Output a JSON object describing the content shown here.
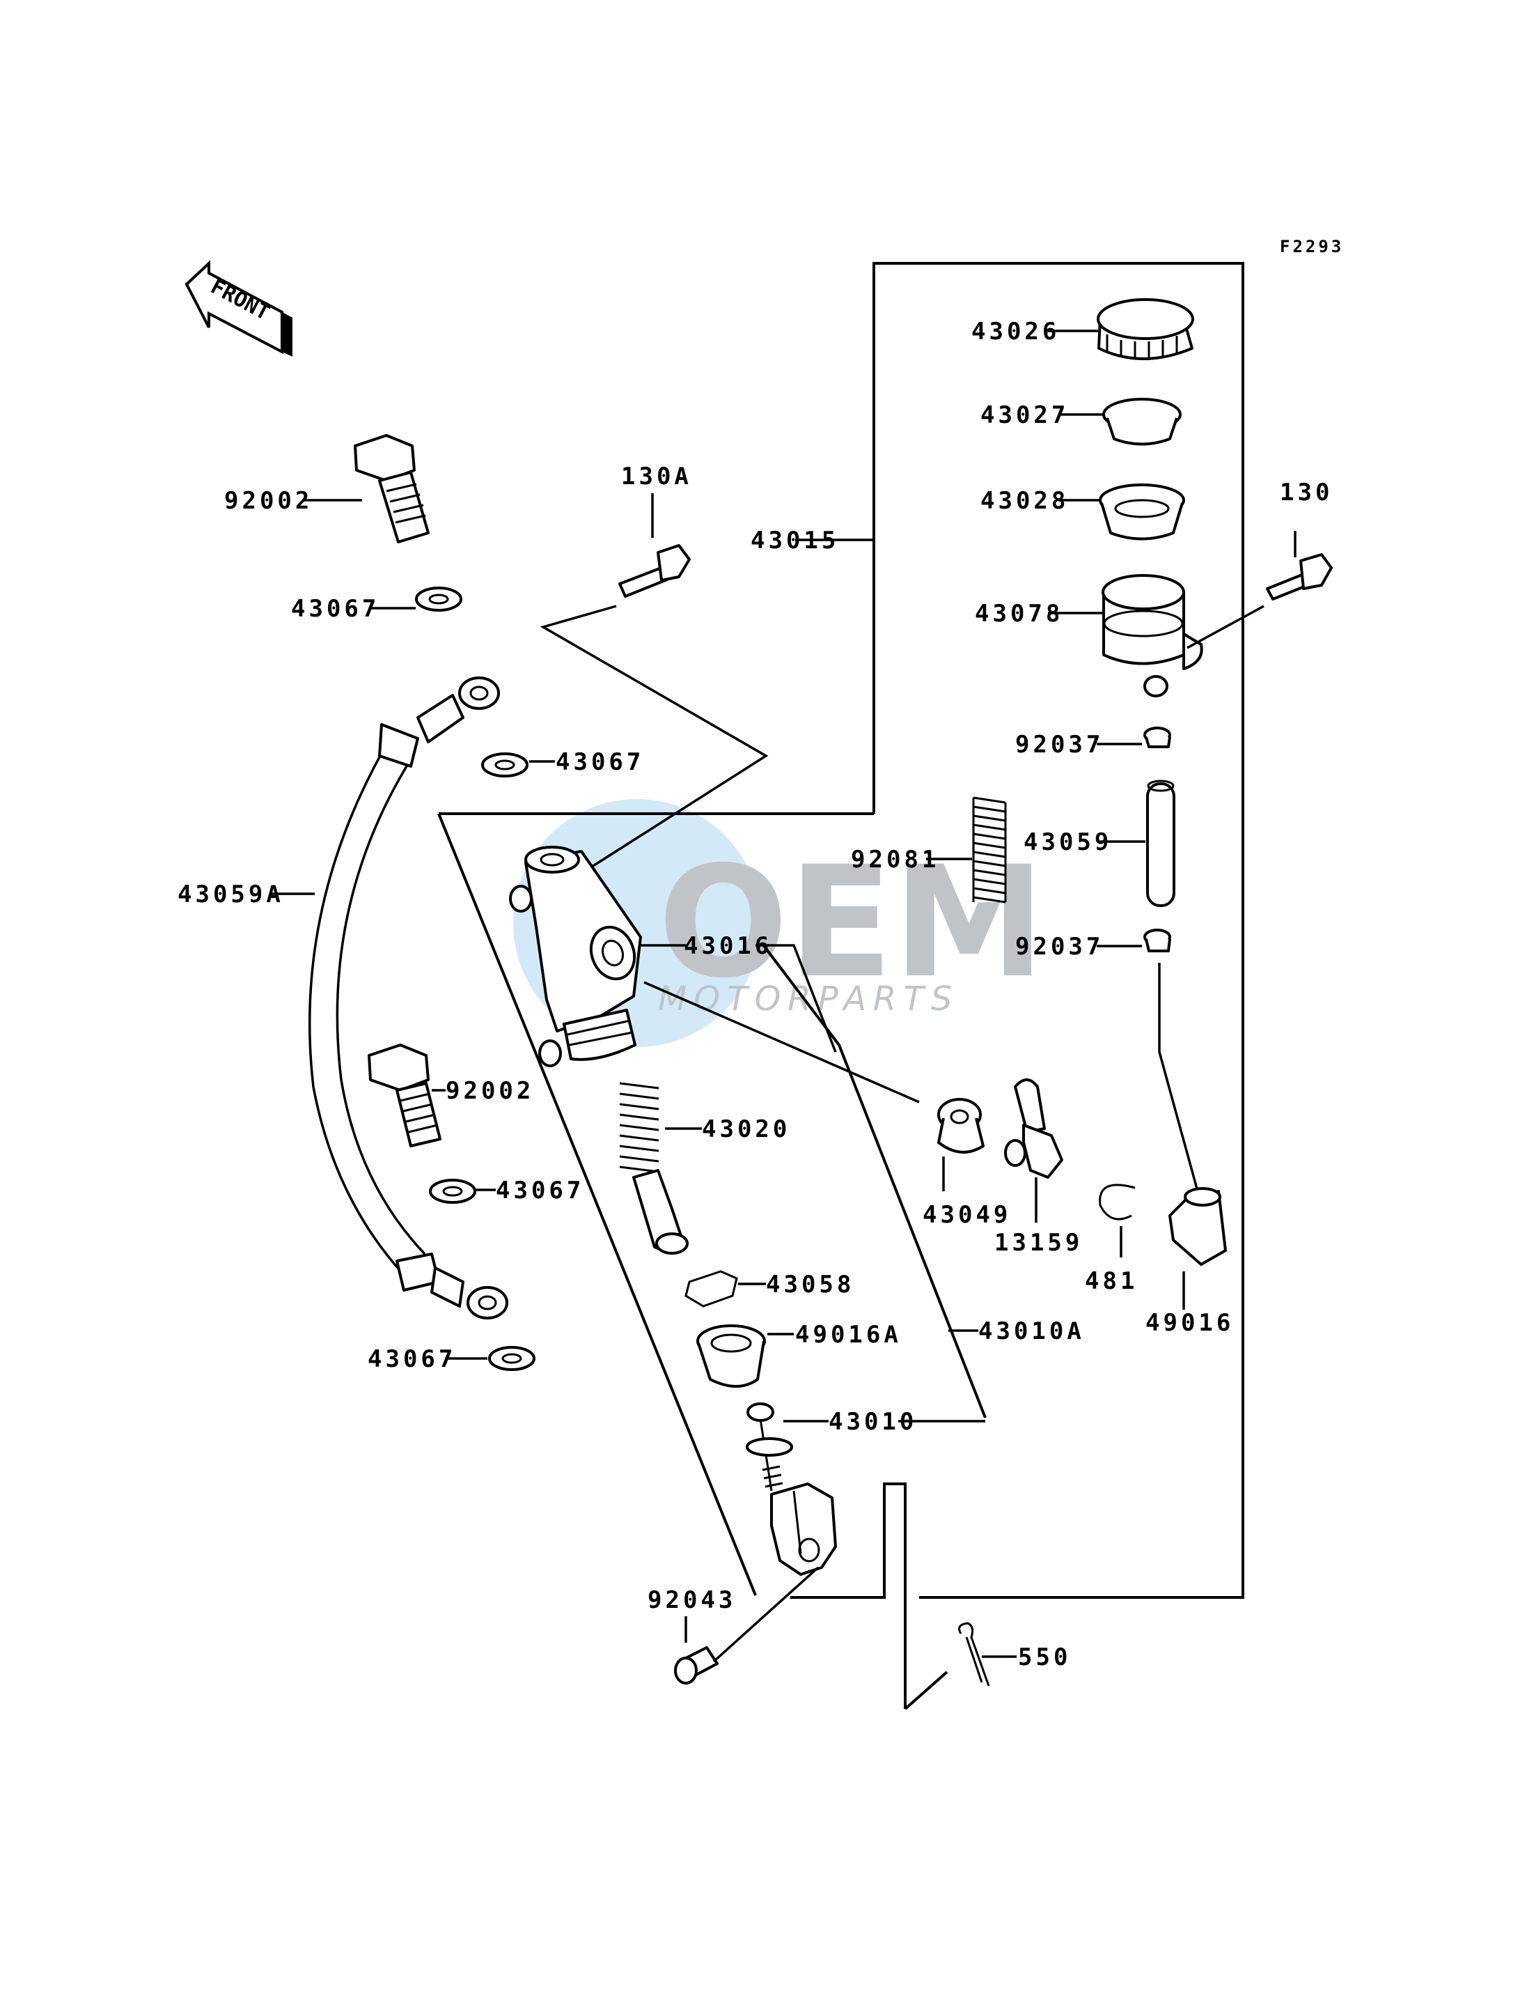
{
  "figure_code": "F2293",
  "front_label": "FRONT",
  "watermark": {
    "brand": "OEM",
    "subtitle": "MOTORPARTS",
    "color": "#9aa3ab",
    "globe_color": "#4da3e0"
  },
  "parts": {
    "p43026": "43026",
    "p43027": "43027",
    "p43028": "43028",
    "p43078": "43078",
    "p130": "130",
    "p130A": "130A",
    "p43015": "43015",
    "p92002_top": "92002",
    "p43067_a": "43067",
    "p43067_b": "43067",
    "p92037_a": "92037",
    "p92037_b": "92037",
    "p43059": "43059",
    "p92081": "92081",
    "p43059A": "43059A",
    "p43016": "43016",
    "p92002_mid": "92002",
    "p43020": "43020",
    "p43067_c": "43067",
    "p43049": "43049",
    "p13159": "13159",
    "p481": "481",
    "p49016": "49016",
    "p43058": "43058",
    "p49016A": "49016A",
    "p43010A": "43010A",
    "p43067_d": "43067",
    "p43010": "43010",
    "p92043": "92043",
    "p550": "550"
  }
}
